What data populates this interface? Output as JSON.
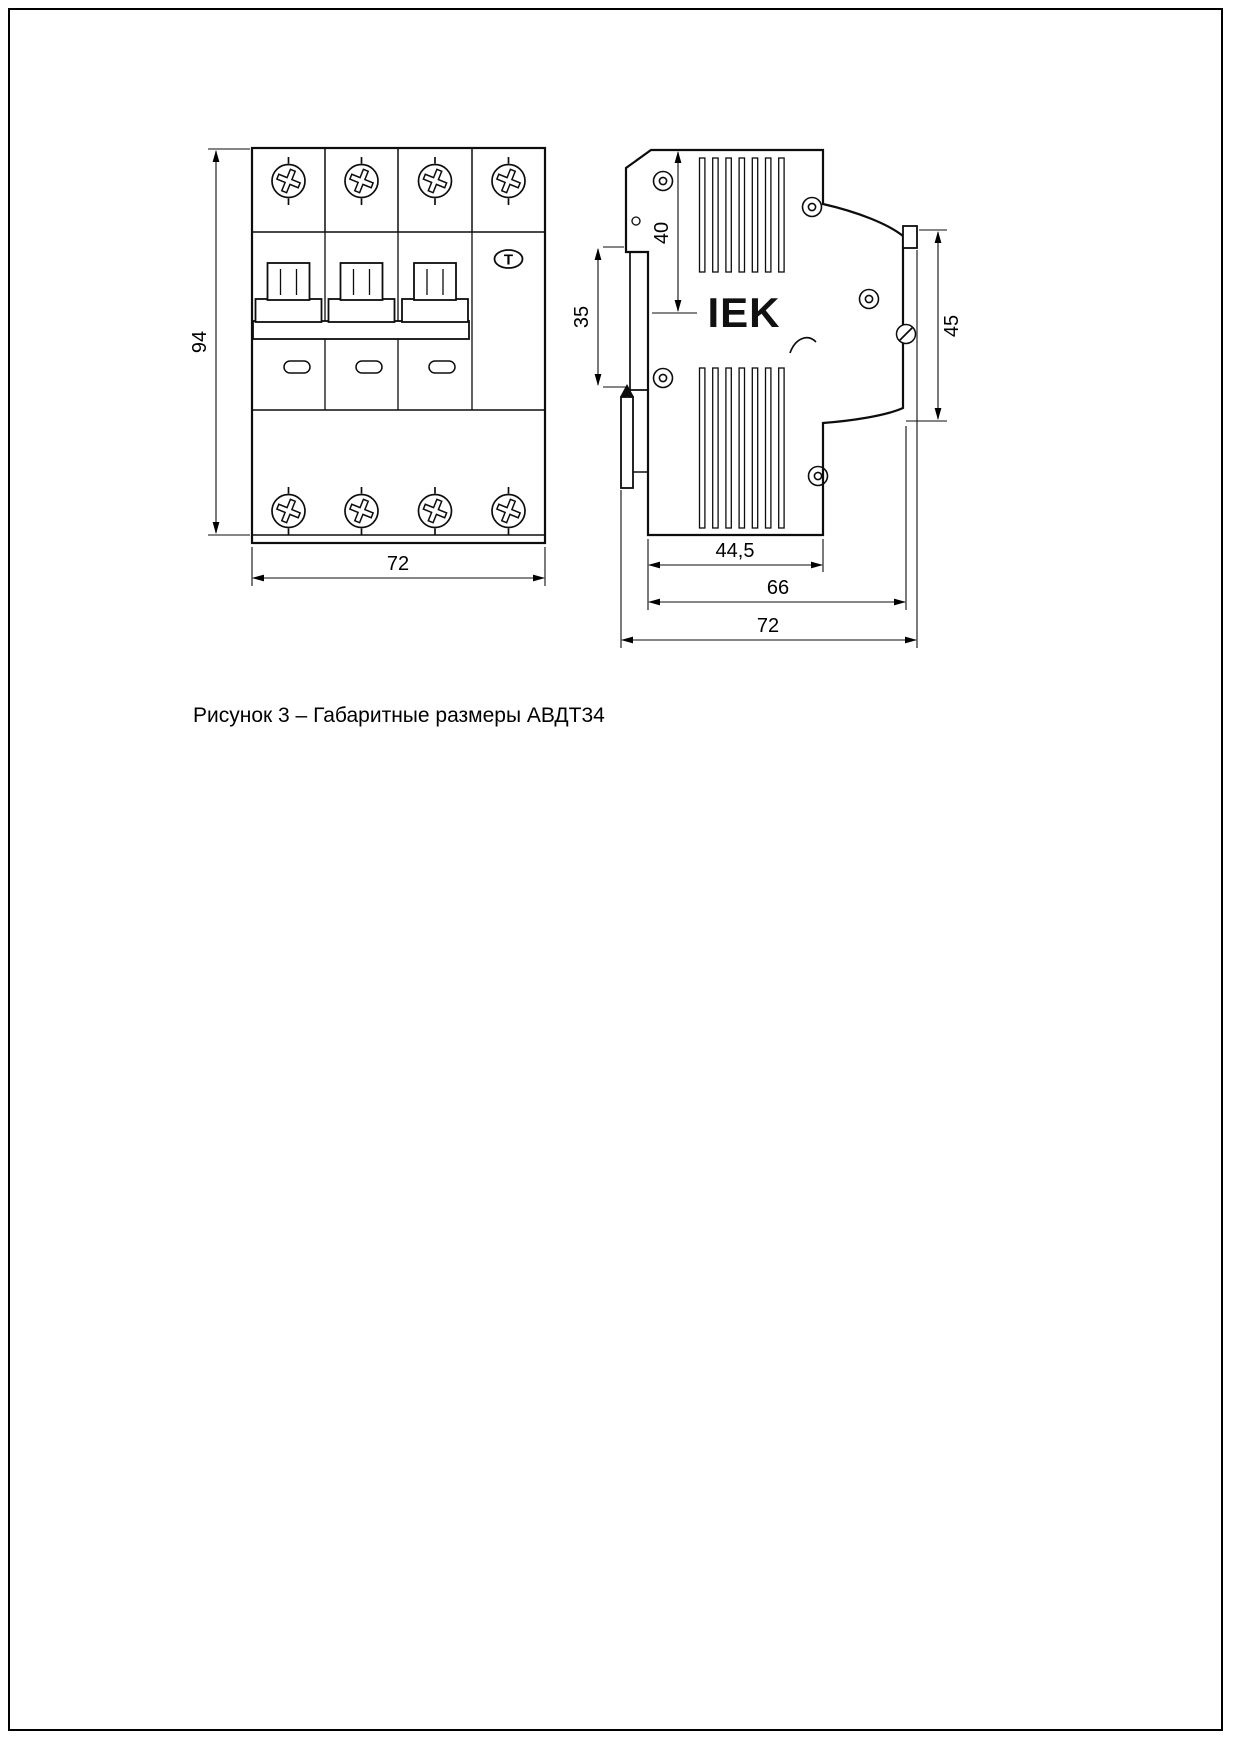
{
  "caption": "Рисунок 3 – Габаритные размеры АВДТ34",
  "front_view": {
    "test_button_label": "T",
    "dim_height": "94",
    "dim_width": "72"
  },
  "side_view": {
    "logo": "IEK",
    "dim_top_depth": "40",
    "dim_front_face": "35",
    "dim_rear_height": "45",
    "dim_body_depth": "44,5",
    "dim_with_rear": "66",
    "dim_total_depth": "72"
  }
}
